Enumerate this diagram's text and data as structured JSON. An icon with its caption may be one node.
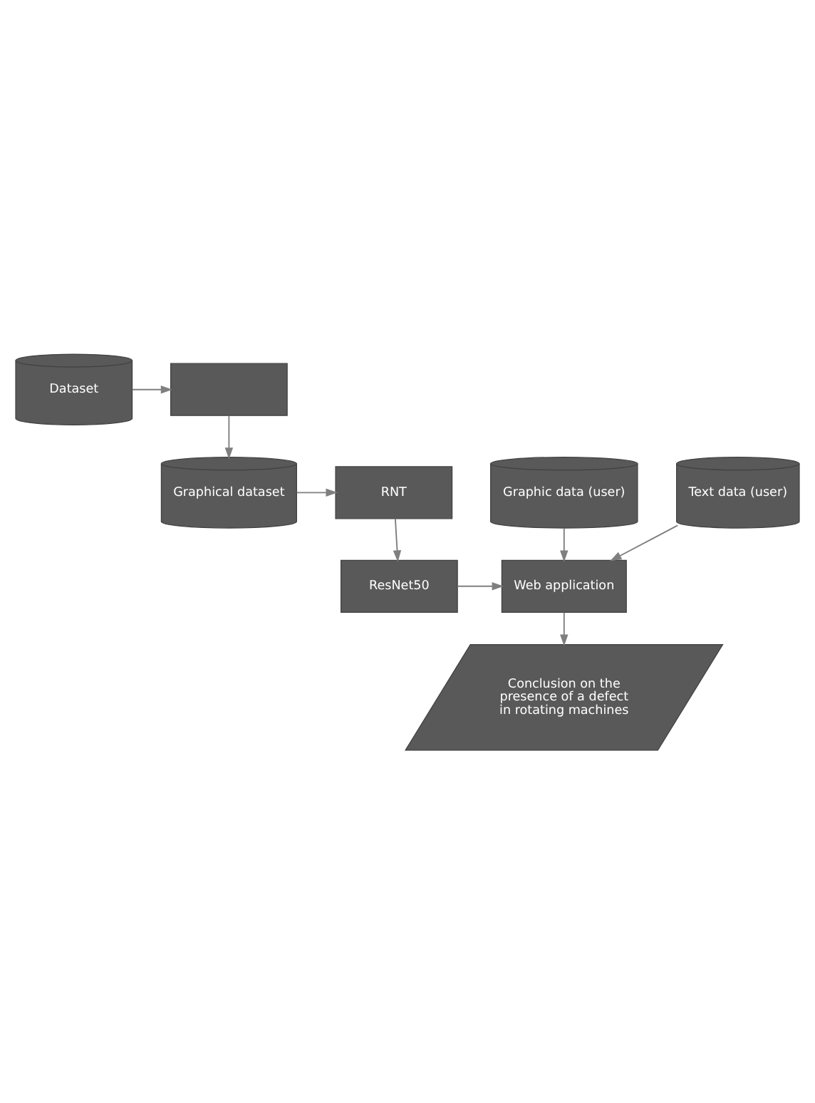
{
  "diagram": {
    "nodes": [
      {
        "text": [
          "Dataset"
        ]
      },
      {
        "text": [],
        "shape": "box"
      },
      {
        "text": [
          "Graphical dataset"
        ]
      },
      {
        "text": [
          "RNT"
        ]
      },
      {
        "text": [
          "ResNet50"
        ]
      },
      {
        "text": [
          "Web application"
        ]
      },
      {
        "text": [
          "Graphic data (user)"
        ]
      },
      {
        "text": [
          "Text data (user)"
        ]
      },
      {
        "text": [
          "Conclusion on the presence of a defect in rotating machines"
        ]
      }
    ],
    "edges": [
      {
        "from": 0,
        "to": 1,
        "arrow": "to"
      },
      {
        "from": 1,
        "to": 2,
        "arrow": "to"
      },
      {
        "from": 2,
        "to": 3,
        "arrow": "to"
      },
      {
        "from": 3,
        "to": 4,
        "arrow": "to"
      },
      {
        "from": 4,
        "to": 5,
        "arrow": "to"
      },
      {
        "from": 6,
        "to": 5,
        "arrow": "to"
      },
      {
        "from": 7,
        "to": 5,
        "arrow": "to"
      },
      {
        "from": 5,
        "to": 8,
        "arrow": "to"
      }
    ]
  }
}
